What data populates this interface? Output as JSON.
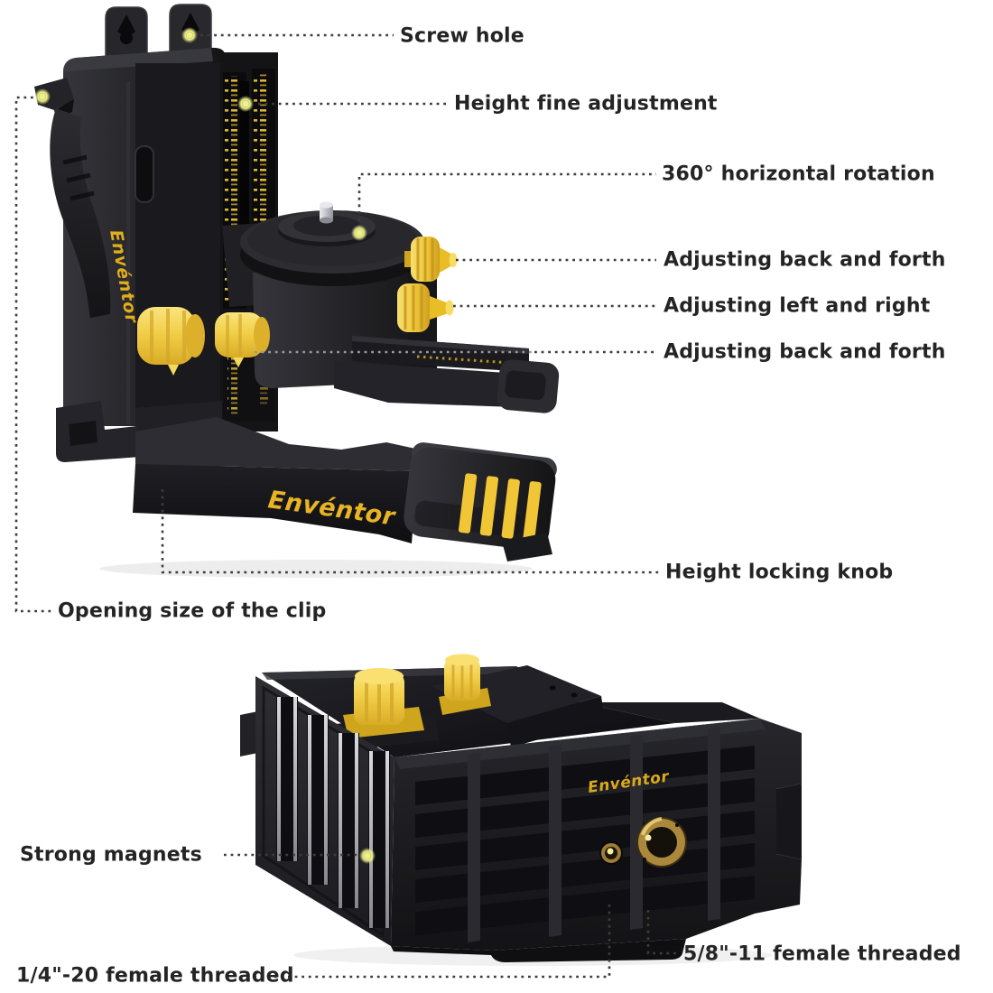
{
  "image": {
    "description": "Annotated product diagram of a laser level clamp bracket mount, top view and bottom rear view, with dashed callout lines",
    "background": "#ffffff"
  },
  "brand": {
    "logo": "Envéntor"
  },
  "colors": {
    "label_text": "#242424",
    "callout_line": "#3d3d3d",
    "callout_line_on_dark": "#97979c",
    "knob_yellow": "#f2cf49",
    "stripe_yellow": "#f1c636",
    "marker_dot": "#eef08e",
    "plastic_black": "#1b1b1e",
    "brass": "#ab883c"
  },
  "callouts": {
    "screw_hole": {
      "label": "Screw hole"
    },
    "height_fine_adjustment": {
      "label": "Height fine adjustment"
    },
    "horizontal_rotation": {
      "label": "360° horizontal rotation"
    },
    "adjusting_back_and_forth_top": {
      "label": "Adjusting back and forth"
    },
    "adjusting_left_and_right": {
      "label": "Adjusting left and right"
    },
    "adjusting_back_and_forth_bottom": {
      "label": "Adjusting back and forth"
    },
    "height_locking_knob": {
      "label": "Height locking knob"
    },
    "clip_opening": {
      "label": "Opening size of the clip"
    },
    "strong_magnets": {
      "label": "Strong magnets"
    },
    "quarter_inch_thread": {
      "label": "1/4\"-20 female threaded"
    },
    "five_eighth_thread": {
      "label": "5/8\"-11 female threaded"
    }
  }
}
